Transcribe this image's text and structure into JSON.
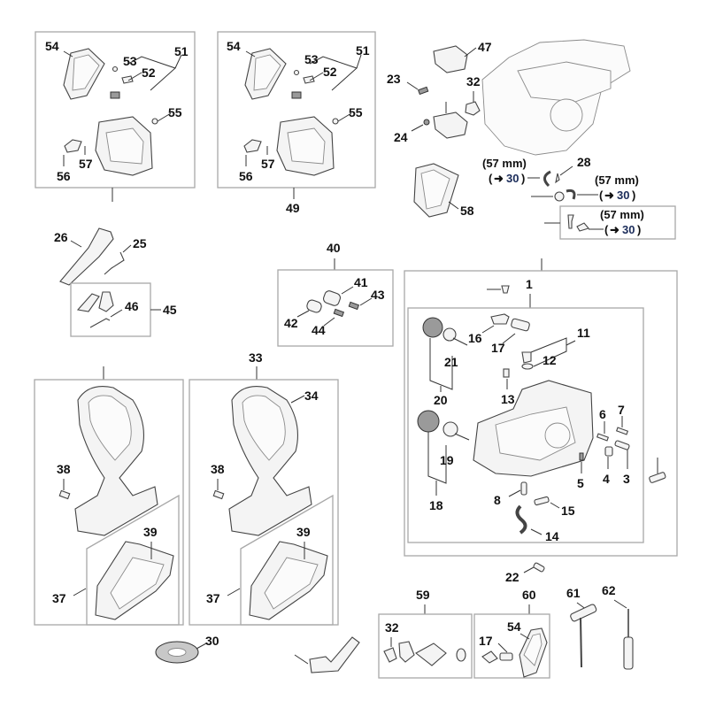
{
  "diagram": {
    "title": "Chainsaw crankcase / handle exploded parts diagram",
    "groups": {
      "group_a": {
        "callouts": [
          "54",
          "53",
          "52",
          "51",
          "55",
          "56",
          "57"
        ]
      },
      "group_49": {
        "label": "49",
        "callouts": [
          "54",
          "53",
          "52",
          "51",
          "55",
          "56",
          "57"
        ]
      },
      "top_right": {
        "callouts": [
          "47",
          "23",
          "32",
          "24",
          "58",
          "28"
        ]
      },
      "group_26": {
        "callouts": [
          "26",
          "25"
        ]
      },
      "group_45": {
        "label": "45",
        "callouts": [
          "46"
        ]
      },
      "group_40": {
        "label": "40",
        "callouts": [
          "41",
          "42",
          "43",
          "44"
        ]
      },
      "group_1": {
        "label": "1",
        "callouts": [
          "16",
          "17",
          "11",
          "12",
          "21",
          "20",
          "13",
          "6",
          "7",
          "19",
          "18",
          "5",
          "4",
          "3",
          "8",
          "15",
          "14"
        ]
      },
      "group_handle_a": {
        "callouts": [
          "38",
          "39",
          "37"
        ]
      },
      "group_33": {
        "label": "33",
        "callouts": [
          "34",
          "38",
          "39",
          "37"
        ]
      },
      "group_59": {
        "label": "59",
        "callouts": [
          "32"
        ]
      },
      "group_60": {
        "label": "60",
        "callouts": [
          "17",
          "54"
        ]
      },
      "loose": {
        "callouts": [
          "22",
          "30",
          "61",
          "62"
        ]
      }
    },
    "hose_notes": [
      {
        "length": "(57 mm)",
        "ref": "30"
      },
      {
        "length": "(57 mm)",
        "ref": "30"
      },
      {
        "length": "(57 mm)",
        "ref": "30"
      }
    ],
    "arrow_glyph": "➜"
  }
}
